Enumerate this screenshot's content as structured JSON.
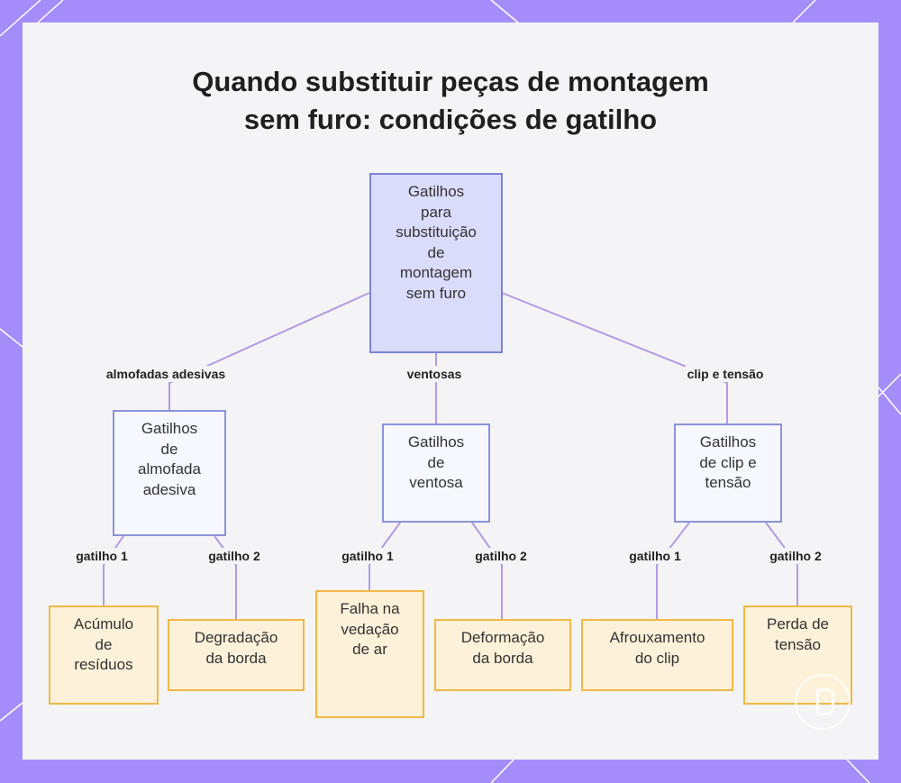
{
  "title_lines": [
    "Quando substituir peças de montagem",
    "sem furo: condições de gatilho"
  ],
  "colors": {
    "frame": "#a48cfb",
    "panel": "#f4f4f6",
    "edge": "#b39ae6",
    "root_fill": "#d9dcfb",
    "mid_fill": "#f6f7ff",
    "leaf_fill": "#fdf1d9",
    "leaf_border": "#f0b845"
  },
  "nodes": {
    "root": "Gatilhos\npara\nsubstituição\nde\nmontagem\nsem furo",
    "mid_adhesive": "Gatilhos\nde\nalmofada\nadesiva",
    "mid_suction": "Gatilhos\nde\nventosa",
    "mid_clip": "Gatilhos\nde clip e\ntensão",
    "leaf_residue": "Acúmulo\nde\nresíduos",
    "leaf_edge_degradation": "Degradação\nda borda",
    "leaf_air_seal": "Falha na\nvedação\nde ar",
    "leaf_edge_deformation": "Deformação\nda borda",
    "leaf_clip_loosening": "Afrouxamento\ndo clip",
    "leaf_tension_loss": "Perda de\ntensão"
  },
  "edge_labels": {
    "adhesive": "almofadas adesivas",
    "suction": "ventosas",
    "clip": "clip e tensão",
    "trigger1": "gatilho 1",
    "trigger2": "gatilho 2"
  }
}
